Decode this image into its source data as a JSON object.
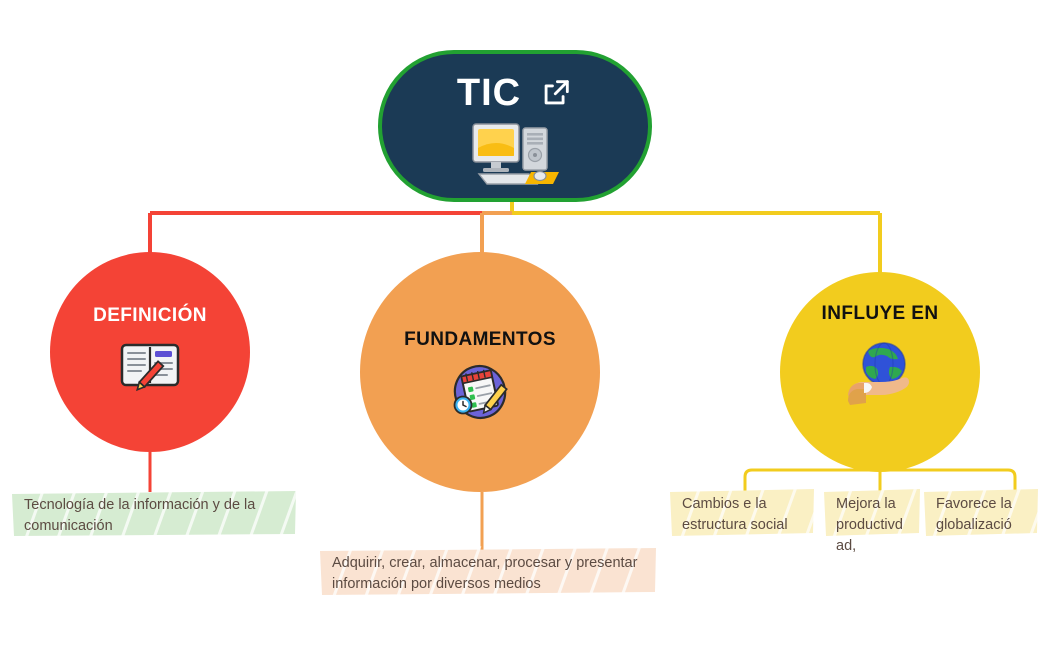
{
  "root": {
    "title": "TIC",
    "external_link_icon": "external-link-icon",
    "icon": "desktop-computer-icon",
    "fill_color": "#1B3A55",
    "border_color": "#22A132",
    "title_color": "#FFFFFF"
  },
  "branches": [
    {
      "id": "definicion",
      "label": "DEFINICIÓN",
      "icon": "open-book-with-pencil-icon",
      "circle_color": "#F44336",
      "label_color": "#FFFFFF",
      "connector_color": "#F44336",
      "captions": [
        {
          "id": "definicion-caption",
          "text": "Tecnología de la información y de la comunicación",
          "highlight_color": "#D6ECD2",
          "text_color": "#5C4B42"
        }
      ]
    },
    {
      "id": "fundamentos",
      "label": "FUNDAMENTOS",
      "icon": "checklist-clipboard-with-pencil-icon",
      "circle_color": "#F2A052",
      "label_color": "#111111",
      "connector_color": "#F2A052",
      "captions": [
        {
          "id": "fundamentos-caption",
          "text": "Adquirir, crear, almacenar, procesar y presentar información por diversos medios",
          "highlight_color": "#FAE3D2",
          "text_color": "#5C4B42"
        }
      ]
    },
    {
      "id": "influye-en",
      "label": "INFLUYE EN",
      "icon": "hand-holding-globe-icon",
      "circle_color": "#F2CC1E",
      "label_color": "#111111",
      "connector_color": "#F2CC1E",
      "captions": [
        {
          "id": "cambios-caption",
          "text": "Cambios e la estructura social",
          "highlight_color": "#FAF0C4",
          "text_color": "#5C4B42"
        },
        {
          "id": "mejora-caption",
          "text": "Mejora la productivd ad,",
          "highlight_color": "#FAF0C4",
          "text_color": "#5C4B42"
        },
        {
          "id": "favorece-caption",
          "text": "Favorece la globalizació",
          "highlight_color": "#FAF0C4",
          "text_color": "#5C4B42"
        }
      ]
    }
  ],
  "canvas": {
    "background": "#FFFFFF"
  }
}
